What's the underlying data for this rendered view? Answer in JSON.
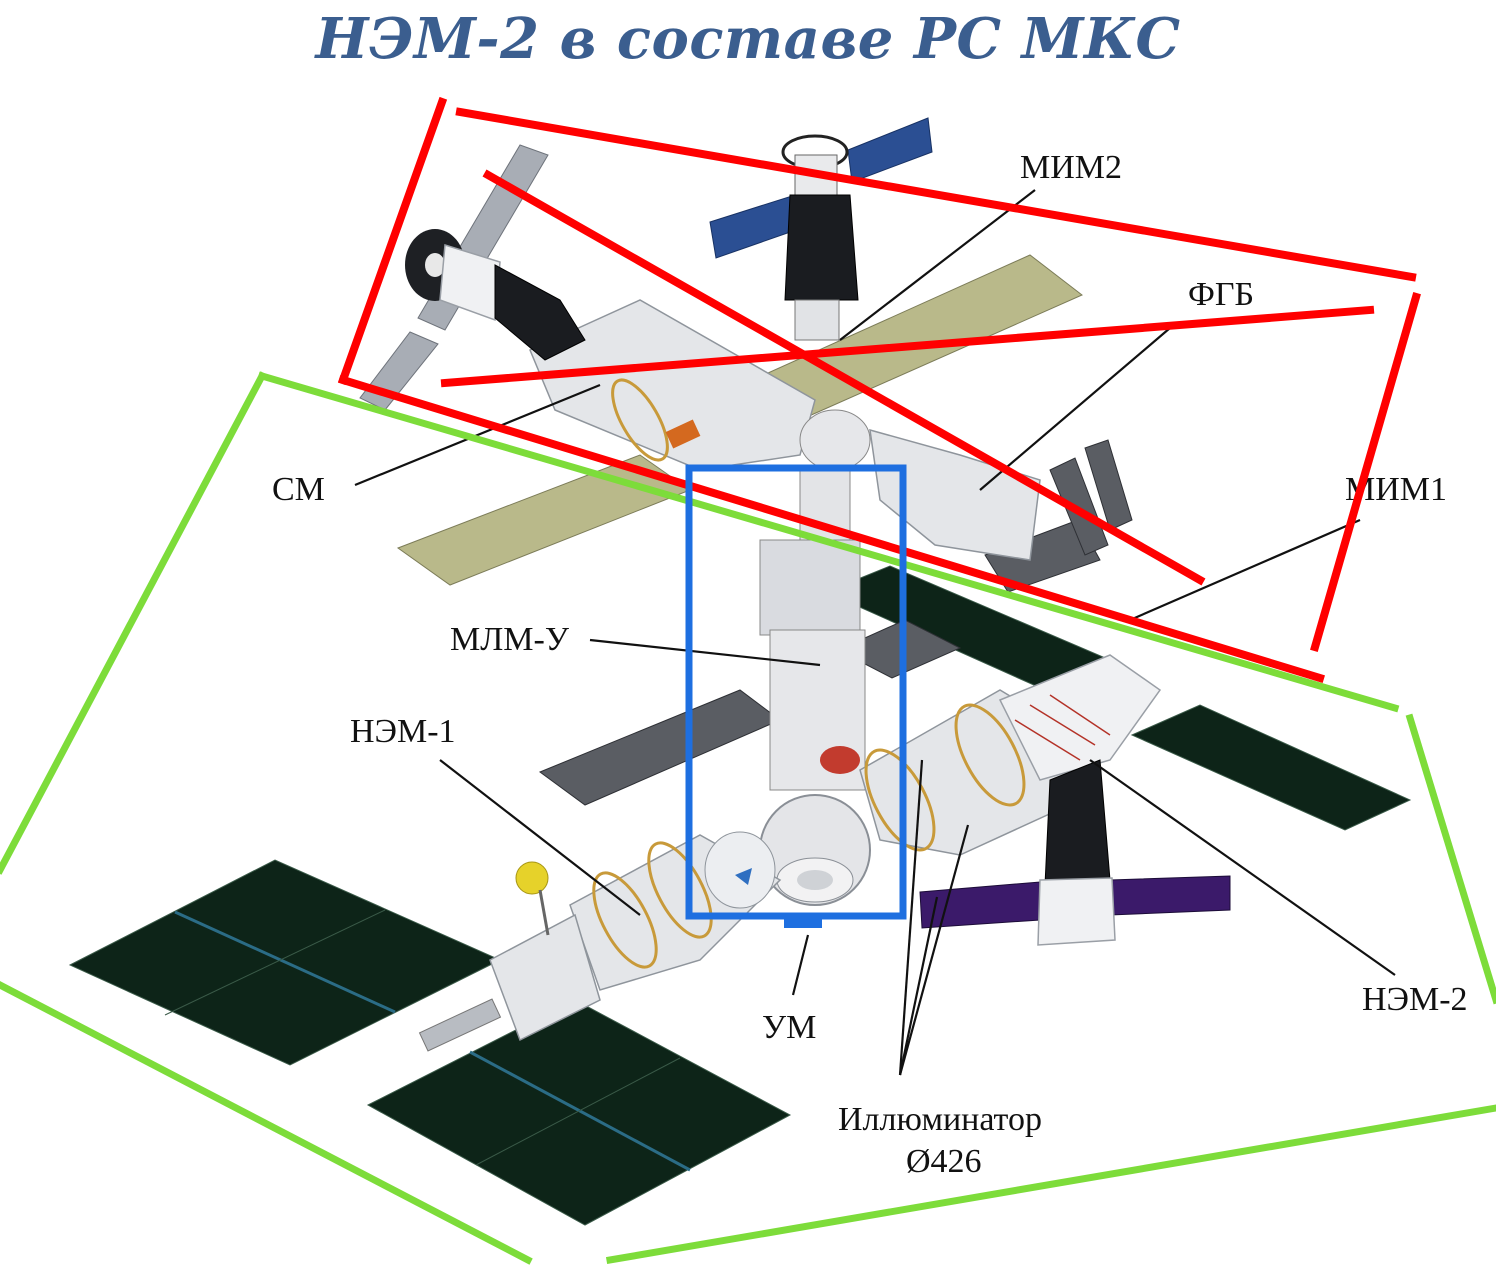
{
  "title": "НЭМ-2 в составе РС МКС",
  "labels": {
    "mim2": "МИМ2",
    "fgb": "ФГБ",
    "cm": "СМ",
    "mim1": "МИМ1",
    "mlm": "МЛМ-У",
    "nem1": "НЭМ-1",
    "um": "УМ",
    "porthole_line1": "Иллюминатор",
    "porthole_line2": "Ø426",
    "nem2": "НЭМ-2"
  },
  "colors": {
    "title": "#3b5e8f",
    "red_markup": "#ff0000",
    "green_markup": "#7ddc3a",
    "blue_markup": "#1e6fe0"
  }
}
